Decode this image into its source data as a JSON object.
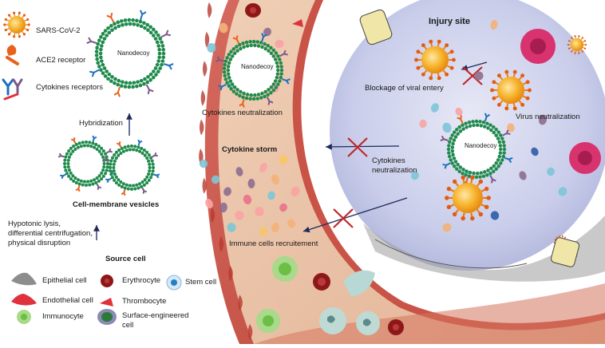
{
  "legend_top": {
    "virus": "SARS-CoV-2",
    "ace2": "ACE2 receptor",
    "cytokine_receptors": "Cytokines receptors"
  },
  "left_flow": {
    "nanodecoy": "Nanodecoy",
    "hybridization": "Hybridization",
    "vesicles": "Cell-membrane vesicles",
    "methods": [
      "Hypotonic lysis,",
      "differential centrifugation,",
      "physical disruption"
    ],
    "source_cell": "Source cell"
  },
  "legend_cells": {
    "epithelial": "Epithelial cell",
    "endothelial": "Endothelial cell",
    "immunocyte": "Immunocyte",
    "erythrocyte": "Erythrocyte",
    "thrombocyte": "Thrombocyte",
    "surface_engineered": [
      "Surface-engineered",
      "cell"
    ],
    "stem": "Stem cell"
  },
  "vessel": {
    "nanodecoy": "Nanodecoy",
    "cytokines_neutralization": "Cytokines neutralization",
    "cytokine_storm": "Cytokine storm",
    "immune_recruitment": "Immune cells recruitement"
  },
  "injury": {
    "title": "Injury site",
    "blockage": "Blockage of viral entery",
    "virus_neutralization": "Virus neutralization",
    "nanodecoy": "Nanodecoy",
    "cytokines_neutralization": [
      "Cytokines",
      "neutralization"
    ]
  },
  "colors": {
    "virus": "#f6a21a",
    "membrane_bead": "#1f8a4c",
    "ace2": "#e8621d",
    "receptor_blue": "#1f6fc1",
    "receptor_purple": "#7a5a8a",
    "vessel_wall": "#c9544a",
    "vessel_lumen": "#e9c2a8",
    "injury_bg": "#c9cde8",
    "block_x": "#c0272d"
  }
}
